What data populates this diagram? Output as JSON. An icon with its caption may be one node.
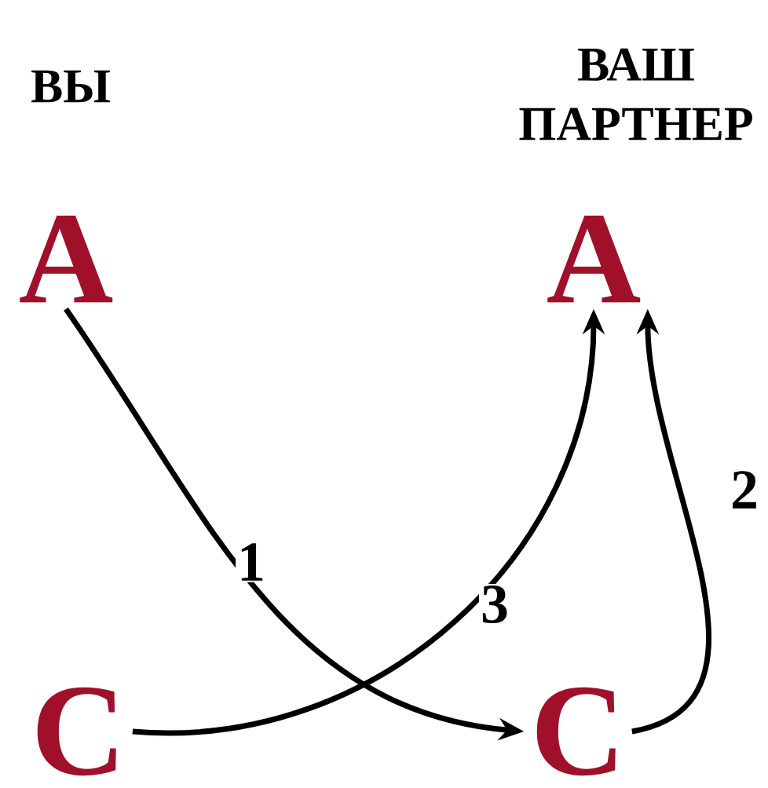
{
  "diagram": {
    "nodes": [
      {
        "text": [
          "А"
        ]
      },
      {
        "text": [
          "А"
        ]
      },
      {
        "text": [
          "С"
        ]
      },
      {
        "text": [
          "С"
        ]
      }
    ],
    "edges": [
      {
        "from": 0,
        "to": 3,
        "arrow": "to",
        "label": "1"
      },
      {
        "from": 3,
        "to": 1,
        "arrow": "to",
        "label": "2"
      },
      {
        "from": 2,
        "to": 1,
        "arrow": "to",
        "label": "3"
      }
    ],
    "labels": [
      "ВЫ",
      "ВАШ ПАРТНЕР"
    ]
  }
}
